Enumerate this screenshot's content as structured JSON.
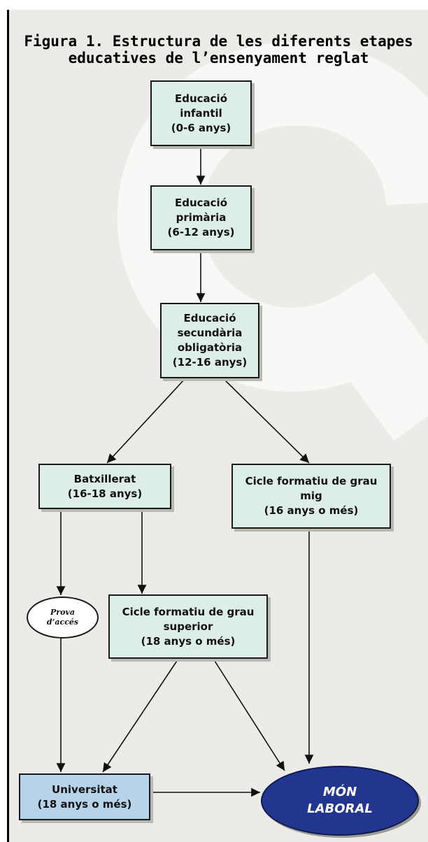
{
  "figure": {
    "title_line1": "Figura 1. Estructura de les diferents etapes",
    "title_line2": "educatives de l’ensenyament reglat"
  },
  "nodes": {
    "infantil": [
      "Educació",
      "infantil",
      "(0-6 anys)"
    ],
    "primaria": [
      "Educació",
      "primària",
      "(6-12 anys)"
    ],
    "secundaria": [
      "Educació",
      "secundària",
      "obligatòria",
      "(12-16 anys)"
    ],
    "batxillerat": [
      "Batxillerat",
      "(16-18 anys)"
    ],
    "grau_mig": [
      "Cicle formatiu de grau",
      "mig",
      "(16 anys o més)"
    ],
    "prova": [
      "Prova",
      "d’accés"
    ],
    "grau_superior": [
      "Cicle formatiu de grau",
      "superior",
      "(18 anys o més)"
    ],
    "universitat": [
      "Universitat",
      "(18 anys o més)"
    ],
    "mon_laboral": [
      "MÓN",
      "LABORAL"
    ]
  },
  "edges": [
    [
      "infantil",
      "primaria"
    ],
    [
      "primaria",
      "secundaria"
    ],
    [
      "secundaria",
      "batxillerat"
    ],
    [
      "secundaria",
      "grau_mig"
    ],
    [
      "batxillerat",
      "prova"
    ],
    [
      "batxillerat",
      "grau_superior"
    ],
    [
      "grau_mig",
      "mon_laboral"
    ],
    [
      "prova",
      "universitat"
    ],
    [
      "grau_superior",
      "universitat"
    ],
    [
      "grau_superior",
      "mon_laboral"
    ],
    [
      "universitat",
      "mon_laboral"
    ]
  ],
  "colors": {
    "panel": "#ecebe7",
    "box_fill": "#ddeee9",
    "universitat_fill": "#b7d3ea",
    "mon_laboral_fill": "#22368f",
    "watermark": "#f8f8f6"
  }
}
